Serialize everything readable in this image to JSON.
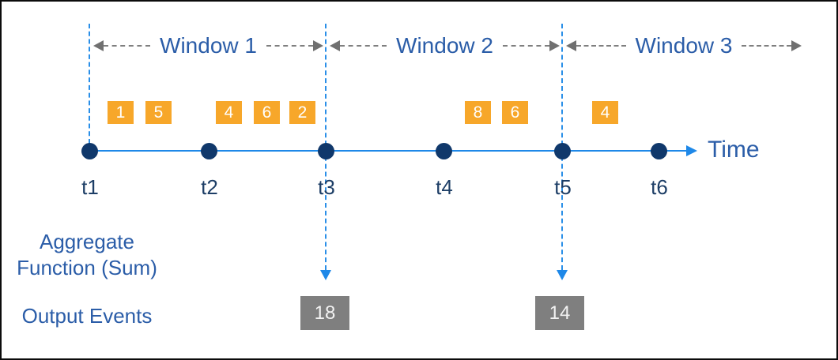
{
  "windows": [
    {
      "label": "Window 1",
      "events": [
        "1",
        "5",
        "4",
        "6",
        "2"
      ],
      "output": "18"
    },
    {
      "label": "Window 2",
      "events": [
        "8",
        "6"
      ],
      "output": "14"
    },
    {
      "label": "Window 3",
      "events": [
        "4"
      ]
    }
  ],
  "timeline": {
    "axis_label": "Time",
    "ticks": [
      {
        "label": "t1"
      },
      {
        "label": "t2"
      },
      {
        "label": "t3"
      },
      {
        "label": "t4"
      },
      {
        "label": "t5"
      },
      {
        "label": "t6"
      }
    ]
  },
  "labels": {
    "aggregate_function": "Aggregate\nFunction (Sum)",
    "output_events": "Output Events"
  },
  "colors": {
    "timeline_blue": "#1e88e8",
    "boundary_dash_blue": "#2a8fe8",
    "dot_navy": "#10386b",
    "text_blue": "#2b5da8",
    "tick_navy": "#1d3e66",
    "event_orange": "#f7a72a",
    "output_gray": "#7f7f7f",
    "arrow_gray": "#707070"
  }
}
